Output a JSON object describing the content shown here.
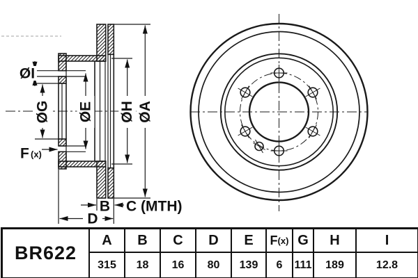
{
  "part_number": "BR622",
  "table": {
    "headers": [
      "A",
      "B",
      "C",
      "D",
      "E",
      "F",
      "(x)",
      "G",
      "H",
      "I"
    ],
    "values": [
      "315",
      "18",
      "16",
      "80",
      "139",
      "6",
      "111",
      "189",
      "12.8"
    ]
  },
  "drawing_labels": {
    "dia_i": "ØI",
    "dia_g": "ØG",
    "dia_e": "ØE",
    "dia_h": "ØH",
    "dia_a": "ØA",
    "f": "F",
    "f_sub": "(x)",
    "b": "B",
    "c_mth": "C (MTH)",
    "d": "D"
  },
  "colors": {
    "line": "#1a1a1a",
    "background": "#ffffff",
    "faint_line": "#c0c0c0"
  }
}
